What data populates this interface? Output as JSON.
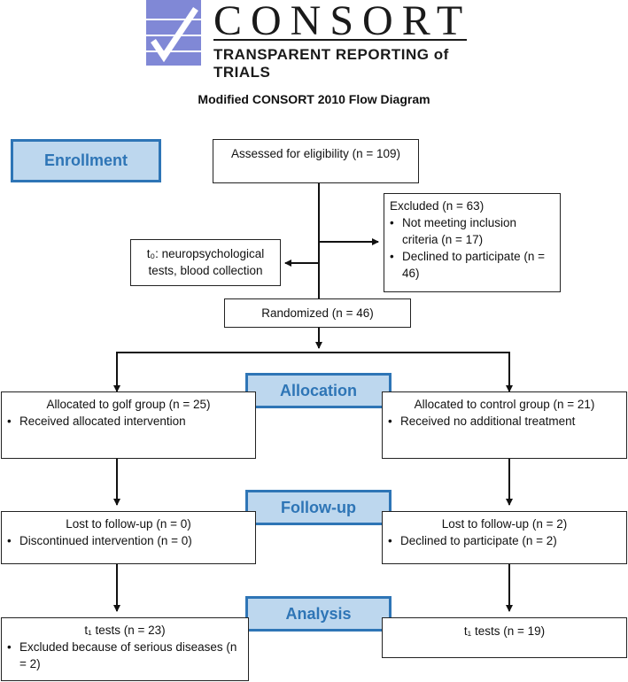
{
  "logo": {
    "name": "CONSORT",
    "tagline": "TRANSPARENT REPORTING of TRIALS",
    "colors": {
      "square": "#8088d6",
      "text": "#1a1a1a"
    }
  },
  "title": "Modified CONSORT 2010 Flow Diagram",
  "stages": {
    "enrollment": "Enrollment",
    "allocation": "Allocation",
    "followup": "Follow-up",
    "analysis": "Analysis"
  },
  "enrollment": {
    "assessed": "Assessed for eligibility (n = 109)",
    "t0_line1": "t₀: neuropsychological",
    "t0_line2": "tests, blood collection",
    "excluded": {
      "title": "Excluded (n = 63)",
      "items": [
        "Not meeting inclusion criteria (n = 17)",
        "Declined to participate (n = 46)"
      ]
    },
    "randomized": "Randomized (n = 46)"
  },
  "allocation": {
    "golf": {
      "title": "Allocated to golf group (n = 25)",
      "items": [
        "Received allocated intervention"
      ]
    },
    "control": {
      "title": "Allocated to control group (n = 21)",
      "items": [
        "Received no additional treatment"
      ]
    }
  },
  "followup": {
    "golf": {
      "title": "Lost to follow-up (n = 0)",
      "items": [
        "Discontinued intervention (n = 0)"
      ]
    },
    "control": {
      "title": "Lost to follow-up (n = 2)",
      "items": [
        "Declined to participate (n = 2)"
      ]
    }
  },
  "analysis": {
    "golf": {
      "title": "t₁ tests (n = 23)",
      "items": [
        "Excluded because of serious diseases (n = 2)"
      ]
    },
    "control": {
      "title": "t₁ tests (n = 19)"
    }
  },
  "colors": {
    "stage_fill": "#bdd7ee",
    "stage_border": "#2e75b6",
    "stage_text": "#2e75b6",
    "line": "#111111"
  }
}
